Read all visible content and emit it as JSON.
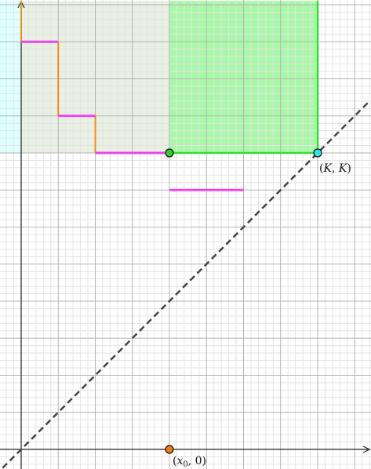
{
  "diagram": {
    "grid": {
      "major_step": 1,
      "minor_per_major": 5
    },
    "x_range": [
      -0.5,
      9.4
    ],
    "y_range": [
      -0.55,
      12.05
    ],
    "regions": [
      {
        "name": "cyan-region",
        "color": "#dcffff",
        "x": [
          -0.6,
          0
        ],
        "y": [
          8,
          12.1
        ]
      },
      {
        "name": "grey-green-region",
        "color": "#e8f0e2",
        "x": [
          0,
          4
        ],
        "y": [
          8,
          12.1
        ]
      },
      {
        "name": "green-region",
        "color": "#a8f8a8",
        "x": [
          4,
          8
        ],
        "y": [
          8,
          12.1
        ]
      }
    ],
    "green_boundary": {
      "color": "#33dd33",
      "points": [
        [
          4,
          8
        ],
        [
          8,
          8
        ],
        [
          8,
          12.1
        ]
      ]
    },
    "staircase": {
      "vertical_color": "#f08c1e",
      "horizontal_color": "#ee44ee",
      "verticals": [
        [
          0,
          11,
          12.1
        ],
        [
          1,
          9,
          11
        ],
        [
          2,
          8,
          9
        ]
      ],
      "horizontals": [
        [
          0,
          1,
          11
        ],
        [
          1,
          2,
          9
        ],
        [
          2,
          4,
          8
        ],
        [
          4,
          6,
          7
        ]
      ]
    },
    "diagonal": {
      "color": "#444444",
      "from": [
        -0.5,
        -0.5
      ],
      "to": [
        9.4,
        9.4
      ],
      "dashed": true
    },
    "points": [
      {
        "name": "kk-point",
        "x": 8,
        "y": 8,
        "color": "#33e0e8",
        "label": "(K, K)"
      },
      {
        "name": "x0-point",
        "x": 4,
        "y": 0,
        "color": "#f07c10",
        "label": "(x0, 0)"
      },
      {
        "name": "junction-point",
        "x": 4,
        "y": 8,
        "color": "#33cc33",
        "label": ""
      }
    ]
  }
}
